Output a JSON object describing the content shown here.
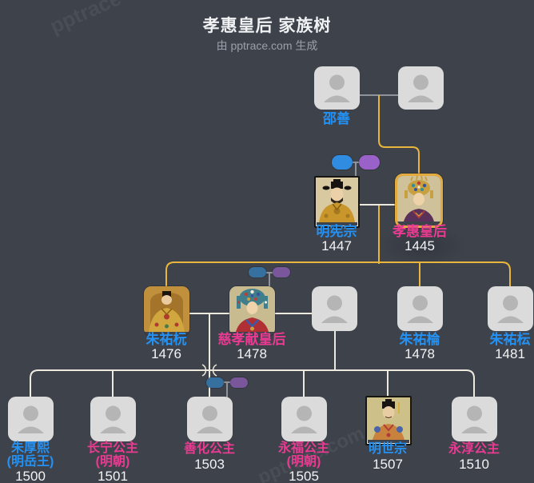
{
  "header": {
    "title": "孝惠皇后 家族树",
    "subtitle": "由 pptrace.com 生成"
  },
  "watermarks": {
    "corner": "pptrace",
    "bottom": "pptrace.com"
  },
  "colors": {
    "background": "#3e424b",
    "male_name": "#2492f4",
    "female_name": "#ea3a92",
    "year_text": "#f2f3f5",
    "descent_line_yellow": "#e9b63b",
    "family_line_white": "#eee9df",
    "neutral_line_gray": "#8d929b",
    "collapsed_male_pill": "#2f8ce0",
    "collapsed_female_pill": "#9a62c8",
    "highlight_border": "#e3ab3e",
    "avatar_placeholder": "#dbdbdb"
  },
  "people": {
    "shao_shan": {
      "name": "邵善"
    },
    "ming_xianzong": {
      "name": "明宪宗",
      "year": "1447"
    },
    "xiaohui_empress": {
      "name": "孝惠皇后",
      "year": "1445"
    },
    "zhu_youyuan": {
      "name": "朱祐杬",
      "year": "1476"
    },
    "cixiaoxian_empress": {
      "name": "慈孝献皇后",
      "year": "1478"
    },
    "zhu_youlun": {
      "name": "朱祐棆",
      "year": "1478"
    },
    "zhu_youyun": {
      "name": "朱祐枟",
      "year": "1481"
    },
    "zhu_houxi": {
      "name": "朱厚熙",
      "subtitle": "(明岳王)",
      "year": "1500"
    },
    "changning_princess": {
      "name": "长宁公主",
      "subtitle": "(明朝)",
      "year": "1501"
    },
    "shanhua_princess": {
      "name": "善化公主",
      "year": "1503"
    },
    "yongfu_princess": {
      "name": "永福公主",
      "subtitle": "(明朝)",
      "year": "1505"
    },
    "ming_shizong": {
      "name": "明世宗",
      "year": "1507"
    },
    "yongchun_princess": {
      "name": "永淳公主",
      "year": "1510"
    }
  }
}
